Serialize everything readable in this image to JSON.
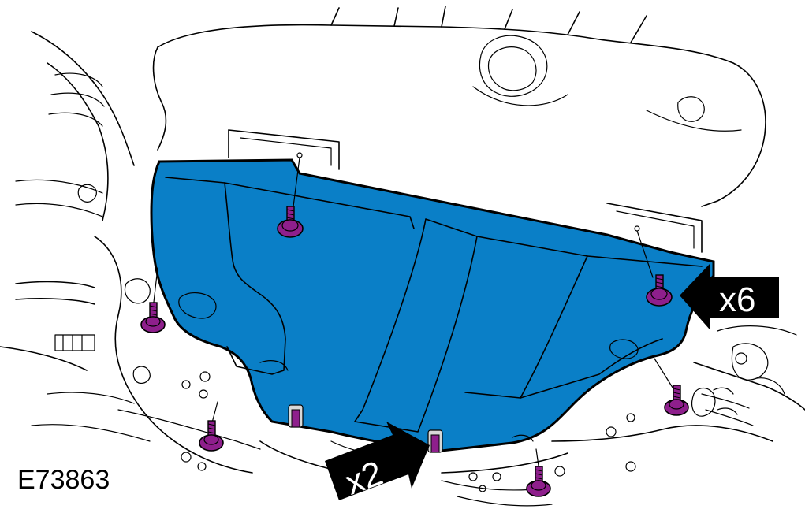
{
  "figure": {
    "id_label": "E73863",
    "callouts": {
      "upper_count": "x6",
      "lower_count": "x2"
    },
    "colors": {
      "shield": "#0a7fc7",
      "bolt": "#8e1f8c",
      "clip": "#8e1f8c",
      "callout_fill": "#000000",
      "callout_text": "#ffffff",
      "line": "#000000"
    },
    "parts": {
      "shield": "engine-undertray-shield",
      "bolt_count_visible": 6,
      "clip_count_visible": 2
    }
  }
}
